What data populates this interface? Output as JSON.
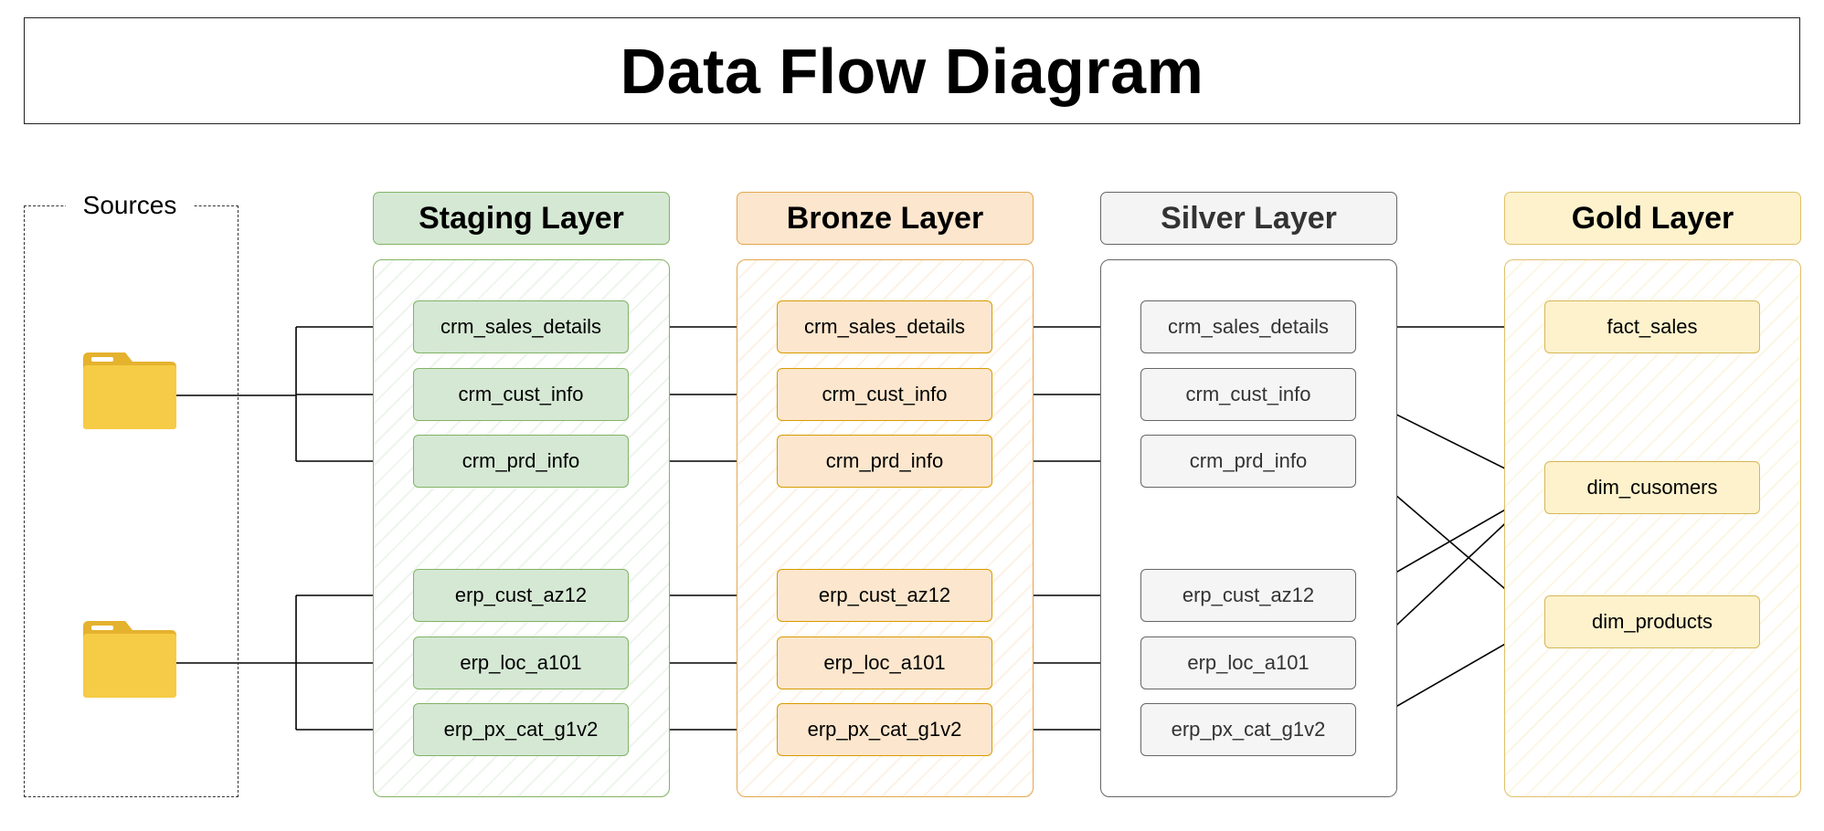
{
  "title": "Data Flow Diagram",
  "sources": {
    "label": "Sources",
    "icons": [
      "folder-icon",
      "folder-icon"
    ]
  },
  "layers": {
    "staging": {
      "title": "Staging Layer",
      "nodes": [
        "crm_sales_details",
        "crm_cust_info",
        "crm_prd_info",
        "erp_cust_az12",
        "erp_loc_a101",
        "erp_px_cat_g1v2"
      ]
    },
    "bronze": {
      "title": "Bronze Layer",
      "nodes": [
        "crm_sales_details",
        "crm_cust_info",
        "crm_prd_info",
        "erp_cust_az12",
        "erp_loc_a101",
        "erp_px_cat_g1v2"
      ]
    },
    "silver": {
      "title": "Silver Layer",
      "nodes": [
        "crm_sales_details",
        "crm_cust_info",
        "crm_prd_info",
        "erp_cust_az12",
        "erp_loc_a101",
        "erp_px_cat_g1v2"
      ]
    },
    "gold": {
      "title": "Gold Layer",
      "nodes": [
        "fact_sales",
        "dim_cusomers",
        "dim_products"
      ]
    }
  },
  "flows": [
    {
      "from": "silver.crm_sales_details",
      "to": "gold.fact_sales"
    },
    {
      "from": "silver.crm_cust_info",
      "to": "gold.dim_cusomers"
    },
    {
      "from": "silver.crm_prd_info",
      "to": "gold.dim_products"
    },
    {
      "from": "silver.erp_cust_az12",
      "to": "gold.dim_cusomers"
    },
    {
      "from": "silver.erp_loc_a101",
      "to": "gold.dim_cusomers"
    },
    {
      "from": "silver.erp_px_cat_g1v2",
      "to": "gold.dim_products"
    }
  ],
  "colors": {
    "staging": "#d5e8d4",
    "staging_border": "#82b366",
    "bronze": "#fce6cd",
    "bronze_border": "#d79b00",
    "silver": "#f5f5f5",
    "silver_border": "#666666",
    "gold": "#fdf2cc",
    "gold_border": "#d6b656",
    "folder": "#f5c842"
  }
}
